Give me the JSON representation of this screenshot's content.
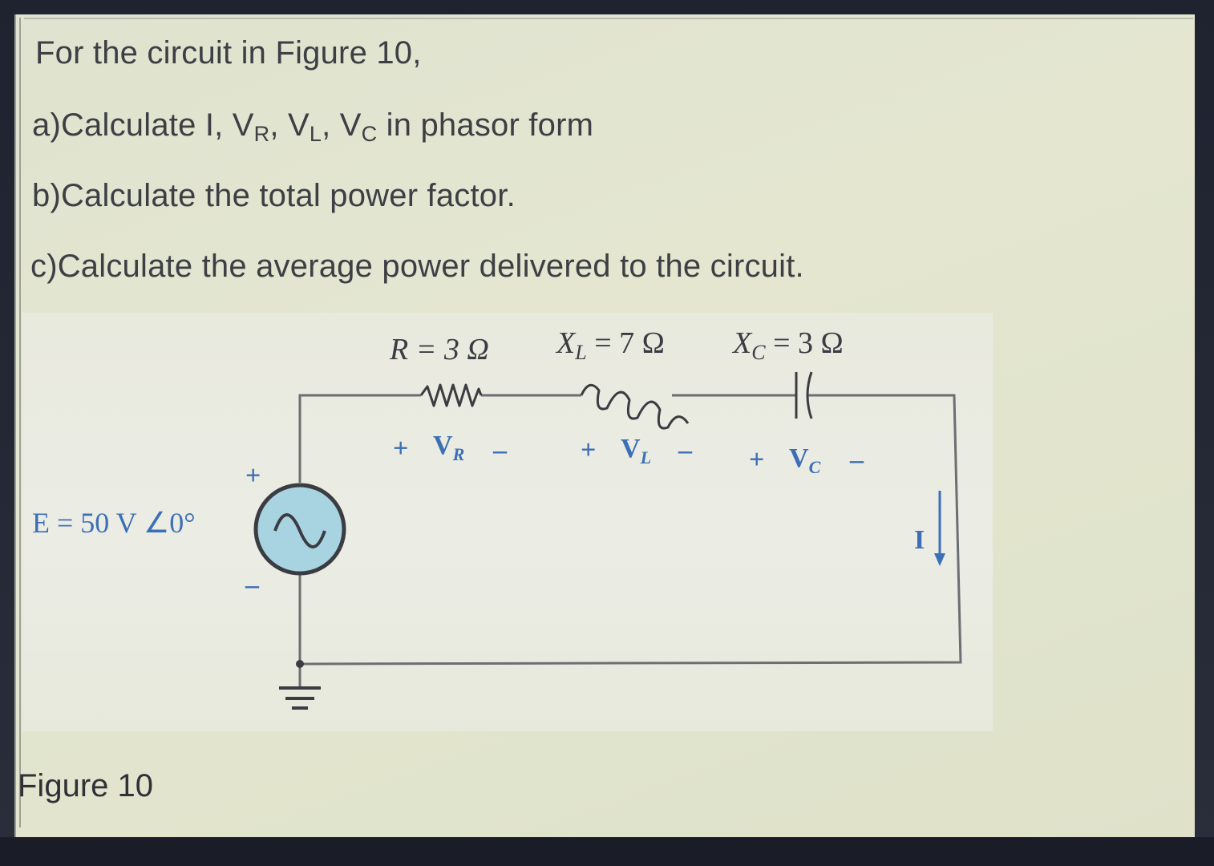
{
  "question": {
    "intro": "For the circuit in Figure  10,",
    "part_a": {
      "prefix": "a)Calculate I, V",
      "sub_r": "R",
      "comma1": ", V",
      "sub_l": "L",
      "comma2": ", V",
      "sub_c": "C",
      "suffix": " in phasor form"
    },
    "part_b": "b)Calculate the total power factor.",
    "part_c": "c)Calculate the average power delivered to the circuit."
  },
  "circuit": {
    "source_label": "E = 50 V ∠0°",
    "source_plus": "+",
    "source_minus": "–",
    "resistor_label": "R = 3 Ω",
    "inductor_label": "X",
    "inductor_sub": "L",
    "inductor_value": " = 7 Ω",
    "capacitor_label": "X",
    "capacitor_sub": "C",
    "capacitor_value": " = 3 Ω",
    "vr_plus": "+",
    "vr_label": "V",
    "vr_sub": "R",
    "vr_minus": "–",
    "vl_plus": "+",
    "vl_label": "V",
    "vl_sub": "L",
    "vl_minus": "–",
    "vc_plus": "+",
    "vc_label": "V",
    "vc_sub": "C",
    "vc_minus": "–",
    "current_label": "I",
    "colors": {
      "wire": "#6c6e72",
      "blue_label": "#3d6fb6",
      "source_fill": "#a8d3e0",
      "text_dark": "#3a3c42"
    }
  },
  "figure_caption": "Figure 10"
}
